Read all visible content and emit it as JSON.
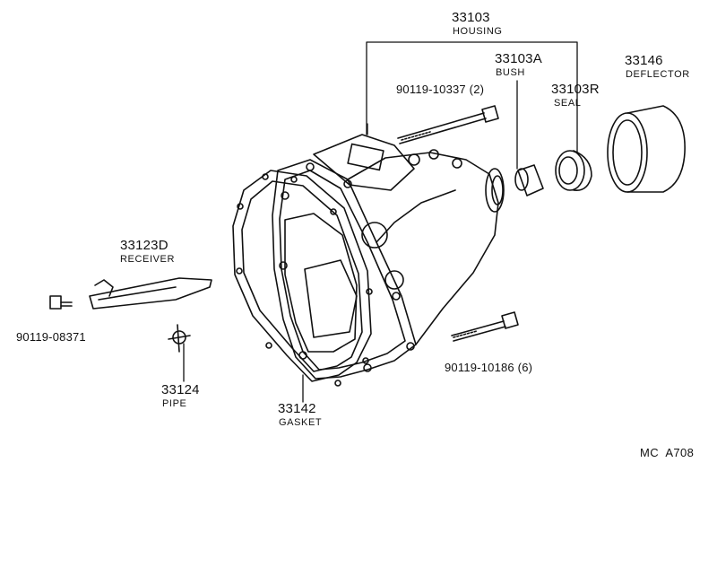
{
  "labels": {
    "housing": {
      "part_no": "33103",
      "name": "HOUSING"
    },
    "bush": {
      "part_no": "33103A",
      "name": "BUSH"
    },
    "seal": {
      "part_no": "33103R",
      "name": "SEAL"
    },
    "deflector": {
      "part_no": "33146",
      "name": "DEFLECTOR"
    },
    "bolt_long": {
      "part_no": "90119-10337 (2)"
    },
    "receiver": {
      "part_no": "33123D",
      "name": "RECEIVER"
    },
    "bolt_small": {
      "part_no": "90119-08371"
    },
    "pipe": {
      "part_no": "33124",
      "name": "PIPE"
    },
    "gasket": {
      "part_no": "33142",
      "name": "GASKET"
    },
    "bolt_lower": {
      "part_no": "90119-10186 (6)"
    }
  },
  "diagram_code": "MC  A708"
}
